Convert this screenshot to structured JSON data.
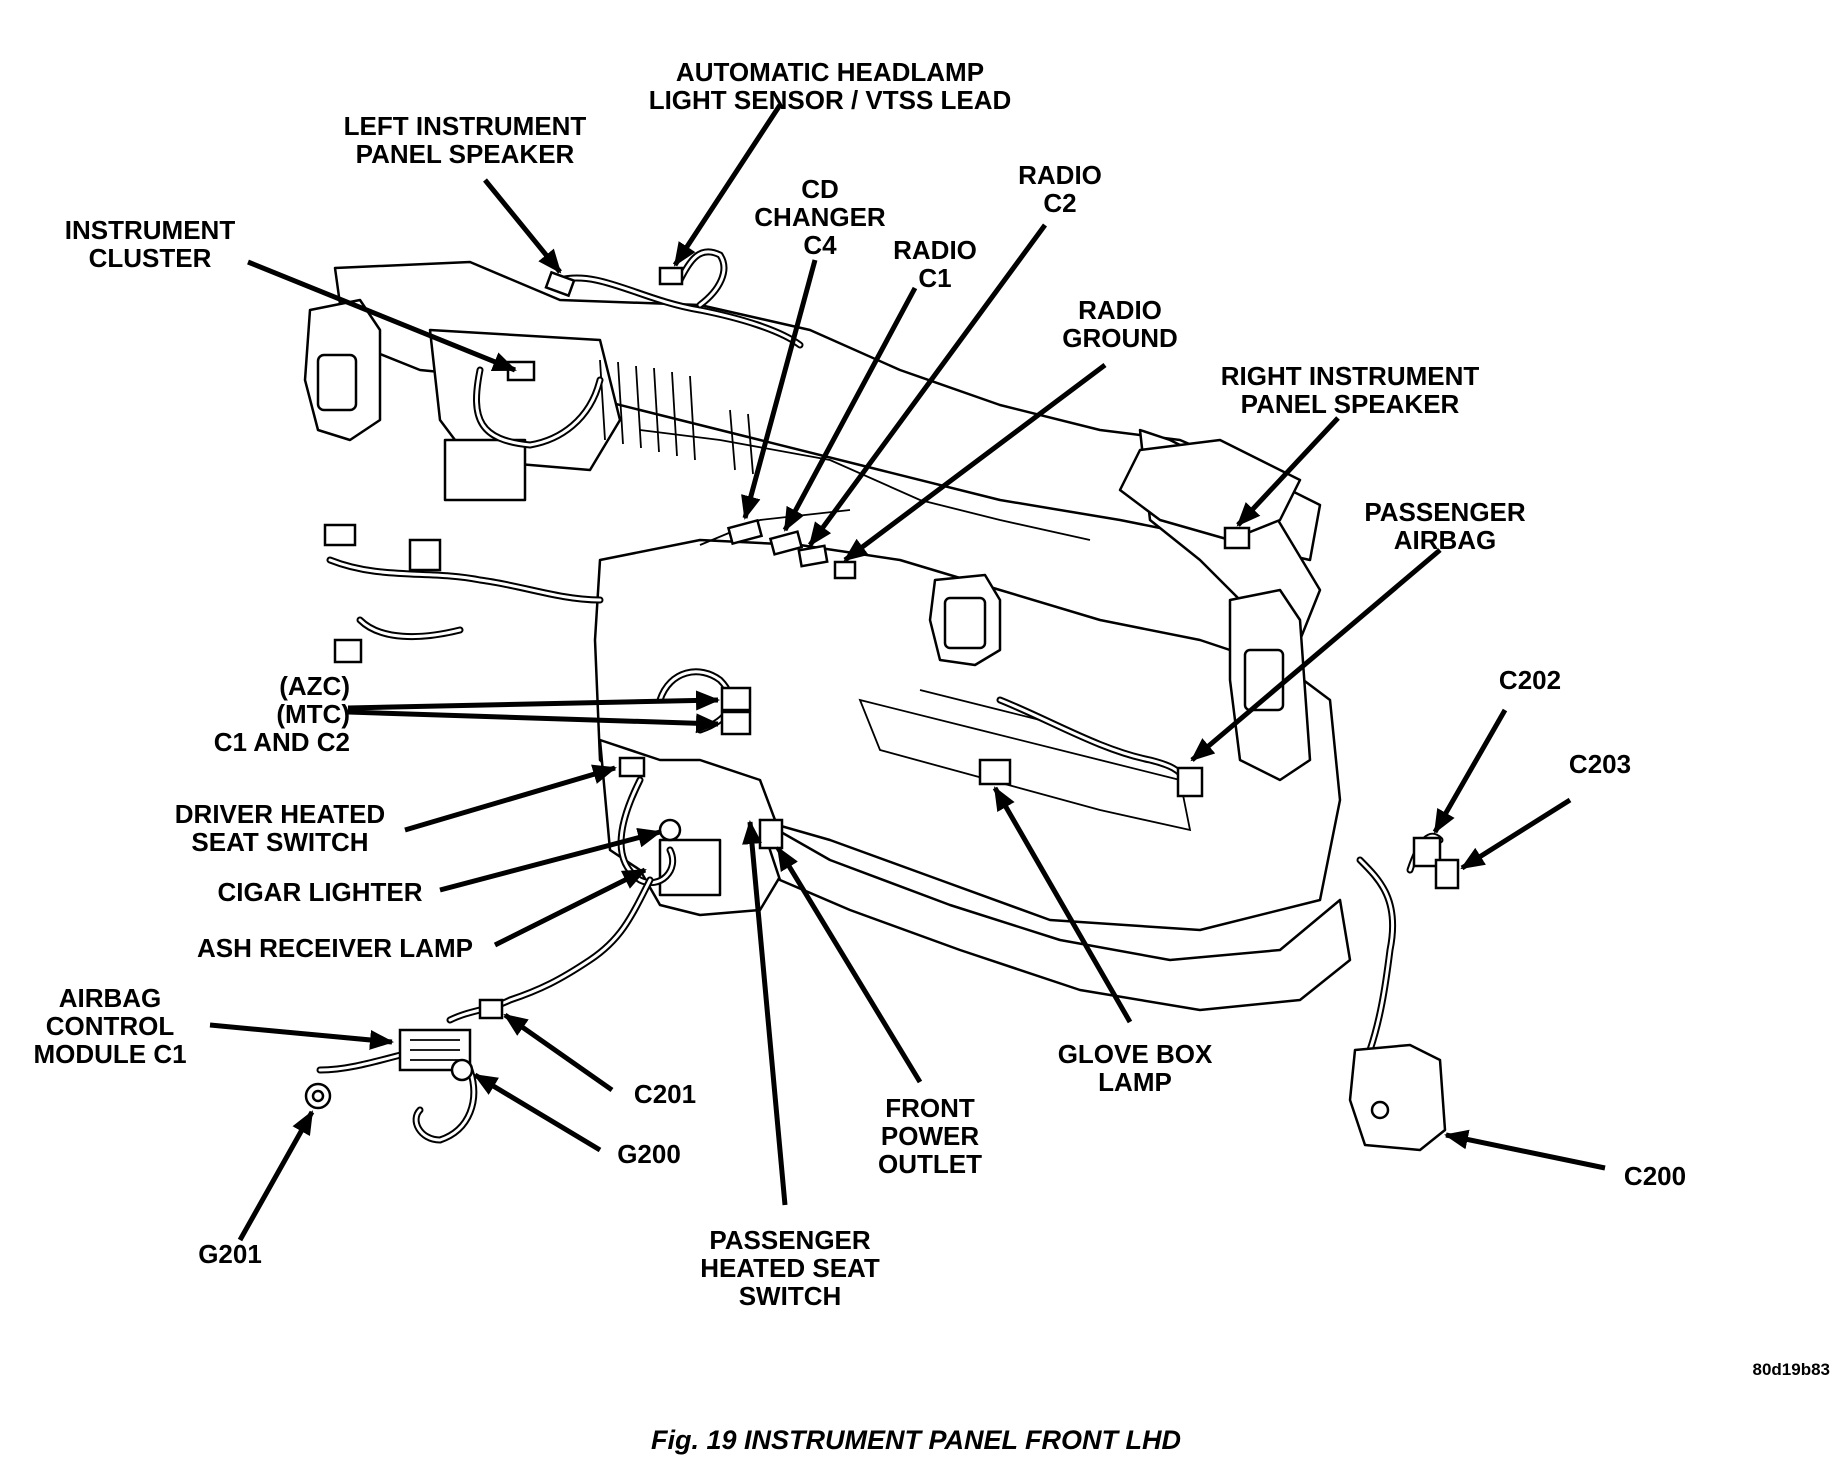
{
  "figure": {
    "caption": "Fig. 19 INSTRUMENT PANEL FRONT LHD",
    "drawing_id": "80d19b83"
  },
  "callouts": {
    "auto_headlamp": [
      "AUTOMATIC HEADLAMP",
      "LIGHT SENSOR / VTSS LEAD"
    ],
    "left_speaker": [
      "LEFT INSTRUMENT",
      "PANEL SPEAKER"
    ],
    "instrument_cluster": [
      "INSTRUMENT",
      "CLUSTER"
    ],
    "cd_changer": [
      "CD",
      "CHANGER",
      "C4"
    ],
    "radio_c1": [
      "RADIO",
      "C1"
    ],
    "radio_c2": [
      "RADIO",
      "C2"
    ],
    "radio_ground": [
      "RADIO",
      "GROUND"
    ],
    "right_speaker": [
      "RIGHT INSTRUMENT",
      "PANEL SPEAKER"
    ],
    "passenger_airbag": [
      "PASSENGER",
      "AIRBAG"
    ],
    "azc_mtc": [
      "(AZC)",
      "(MTC)",
      "C1 AND C2"
    ],
    "c202": "C202",
    "c203": "C203",
    "driver_heated_seat": [
      "DRIVER HEATED",
      "SEAT SWITCH"
    ],
    "cigar_lighter": "CIGAR LIGHTER",
    "ash_receiver_lamp": "ASH RECEIVER LAMP",
    "airbag_control_module": [
      "AIRBAG",
      "CONTROL",
      "MODULE C1"
    ],
    "c201": "C201",
    "g200": "G200",
    "g201": "G201",
    "front_power_outlet": [
      "FRONT",
      "POWER",
      "OUTLET"
    ],
    "passenger_heated_seat": [
      "PASSENGER",
      "HEATED SEAT",
      "SWITCH"
    ],
    "glove_box_lamp": [
      "GLOVE BOX",
      "LAMP"
    ],
    "c200": "C200"
  }
}
